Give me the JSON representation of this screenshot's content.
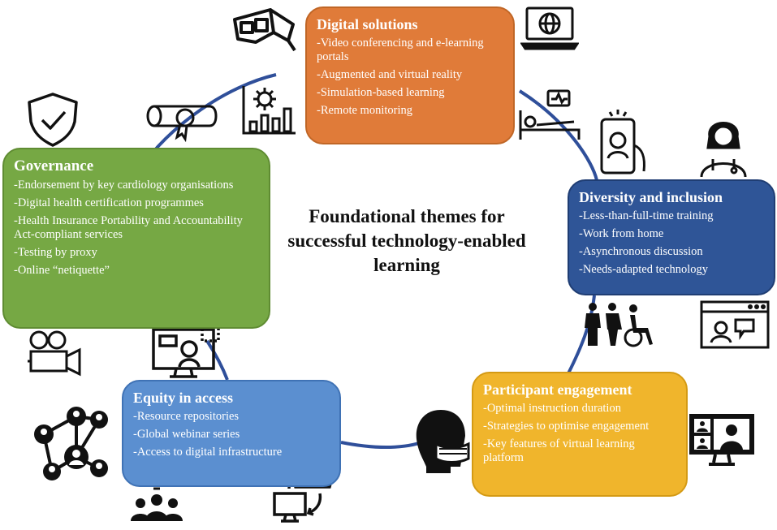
{
  "center_title": "Foundational themes for successful technology-enabled learning",
  "colors": {
    "ring": "#2f4f9a",
    "digital": "#e07b39",
    "governance": "#76a844",
    "diversity": "#2f5597",
    "equity": "#5b8fd0",
    "engagement": "#f0b52c",
    "icon_stroke": "#111111"
  },
  "boxes": {
    "digital": {
      "title": "Digital solutions",
      "items": [
        "-Video conferencing and e-learning portals",
        "-Augmented and virtual reality",
        "-Simulation-based learning",
        "-Remote monitoring"
      ]
    },
    "governance": {
      "title": "Governance",
      "items": [
        "-Endorsement by key cardiology organisations",
        "-Digital health certification programmes",
        "-Health Insurance Portability and Accountability Act-compliant services",
        "-Testing by proxy",
        "-Online “netiquette”"
      ]
    },
    "diversity": {
      "title": "Diversity and inclusion",
      "items": [
        "-Less-than-full-time training",
        "-Work from home",
        "-Asynchronous discussion",
        "-Needs-adapted technology"
      ]
    },
    "equity": {
      "title": "Equity in access",
      "items": [
        "-Resource repositories",
        "-Global webinar series",
        "-Access to digital infrastructure"
      ]
    },
    "engagement": {
      "title": "Participant engagement",
      "items": [
        "-Optimal instruction duration",
        "-Strategies to optimise engagement",
        "-Key features of virtual learning platform"
      ]
    }
  },
  "icons": [
    "vr-glasses-icon",
    "laptop-globe-icon",
    "shield-check-icon",
    "certificate-icon",
    "data-chart-icon",
    "patient-monitor-icon",
    "phone-video-icon",
    "doctor-icon",
    "video-camera-icon",
    "monitor-person-icon",
    "people-accessibility-icon",
    "video-call-window-icon",
    "network-people-icon",
    "idea-group-icon",
    "cloud-sync-icon",
    "masked-head-icon",
    "video-grid-monitor-icon"
  ]
}
